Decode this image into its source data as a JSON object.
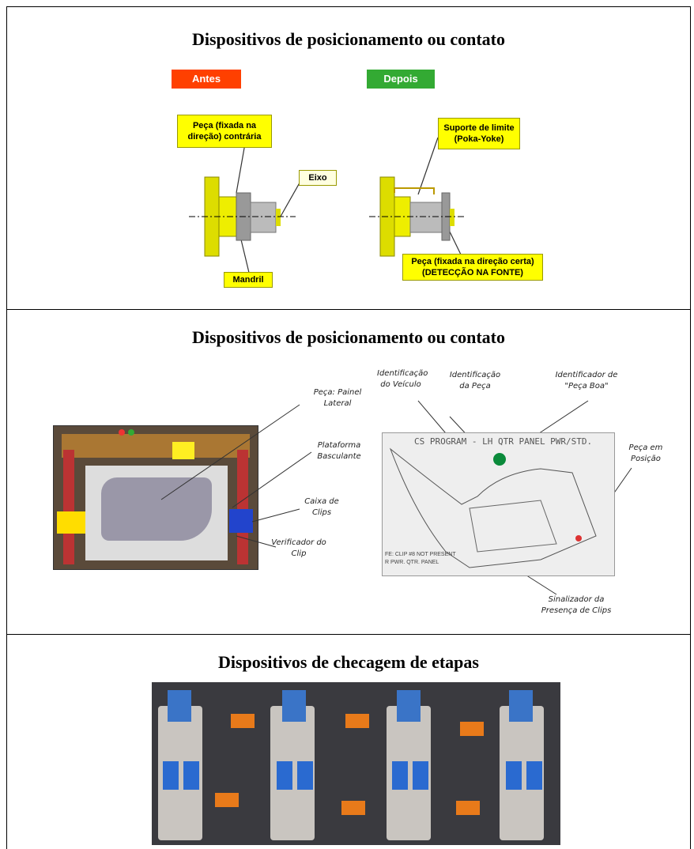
{
  "sections": [
    {
      "title": "Dispositivos de posicionamento ou contato",
      "before_label": "Antes",
      "after_label": "Depois",
      "labels": {
        "peca_contraria": "Peça (fixada na direção) contrária",
        "eixo": "Eixo",
        "mandril": "Mandril",
        "suporte": "Suporte de limite (Poka-Yoke)",
        "peca_certa": "Peça (fixada na direção certa) (DETECÇÃO NA FONTE)"
      },
      "colors": {
        "before": "#ff4000",
        "after": "#33aa33",
        "label": "#ffff00"
      }
    },
    {
      "title": "Dispositivos de posicionamento ou contato",
      "photo_labels": {
        "peca_painel": "Peça: Painel Lateral",
        "plataforma": "Plataforma Basculante",
        "caixa": "Caixa de Clips",
        "verificador": "Verificador do Clip"
      },
      "diagram_labels": {
        "id_veiculo": "Identificação do Veículo",
        "id_peca": "Identificação da Peça",
        "id_boa": "Identificador de \"Peça Boa\"",
        "peca_posicao": "Peça em Posição",
        "sinalizador": "Sinalizador da Presença de Clips",
        "program": "CS PROGRAM - LH QTR PANEL PWR/STD.",
        "footnote1": "FE: CLIP #8 NOT PRESENT",
        "footnote2": "R PWR. QTR. PANEL"
      }
    },
    {
      "title": "Dispositivos de checagem de etapas"
    }
  ]
}
